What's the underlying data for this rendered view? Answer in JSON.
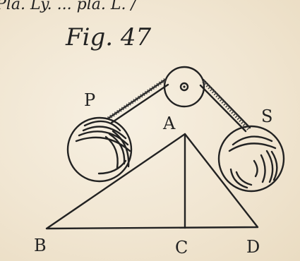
{
  "header_fragment": "Pla. Ly. ... pla. L. /",
  "figure": {
    "title": "Fig. 47",
    "labels": {
      "P": "P",
      "S": "S",
      "A": "A",
      "B": "B",
      "C": "C",
      "D": "D"
    }
  },
  "colors": {
    "ink": "#222222",
    "paper": "#f3ead9"
  }
}
